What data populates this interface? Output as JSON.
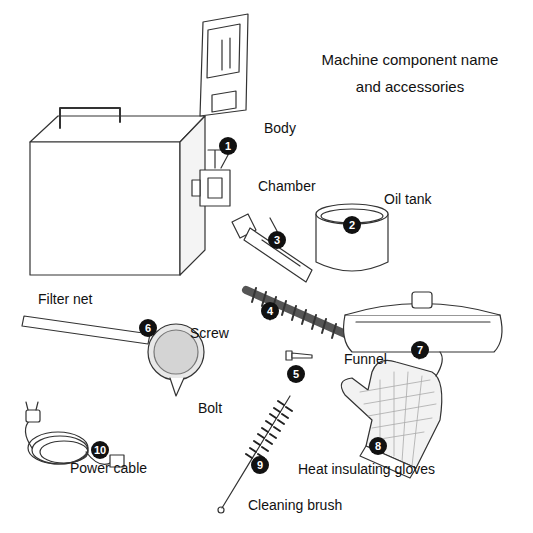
{
  "diagram": {
    "title": "Machine component name and accessories",
    "nodes": [
      {
        "text": [
          "1"
        ]
      },
      {
        "text": [
          "2"
        ]
      },
      {
        "text": [
          "3"
        ]
      },
      {
        "text": [
          "4"
        ]
      },
      {
        "text": [
          "5"
        ]
      },
      {
        "text": [
          "6"
        ]
      },
      {
        "text": [
          "7"
        ]
      },
      {
        "text": [
          "8"
        ]
      },
      {
        "text": [
          "9"
        ]
      },
      {
        "text": [
          "10"
        ]
      }
    ],
    "labels": [
      "Body",
      "Chamber",
      "Oil tank",
      "Filter net",
      "Screw",
      "Funnel",
      "Bolt",
      "Power cable",
      "Heat insulating gloves",
      "Cleaning brush"
    ]
  }
}
